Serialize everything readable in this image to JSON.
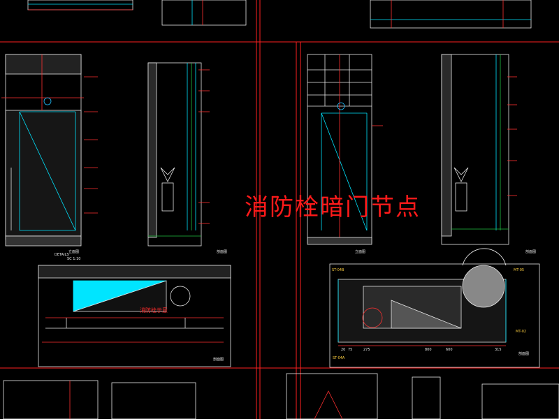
{
  "drawing_title": "消防栓暗门节点",
  "hydrant_label": "消防栓示意",
  "labels": {
    "a": "DETAILS",
    "b": "立面图",
    "c": "剖面图",
    "d": "SC 1:10"
  },
  "dimensions": [
    "75",
    "275",
    "800",
    "315",
    "20",
    "600"
  ],
  "panel_codes": [
    "ST-04B",
    "MT-05",
    "MT-02",
    "ST-04A"
  ],
  "colors": {
    "background": "#000000",
    "frame": "#ff2020",
    "line_white": "#e8e8e8",
    "line_cyan": "#00e5ff",
    "line_green": "#20c040",
    "title": "#ff1a1a"
  }
}
